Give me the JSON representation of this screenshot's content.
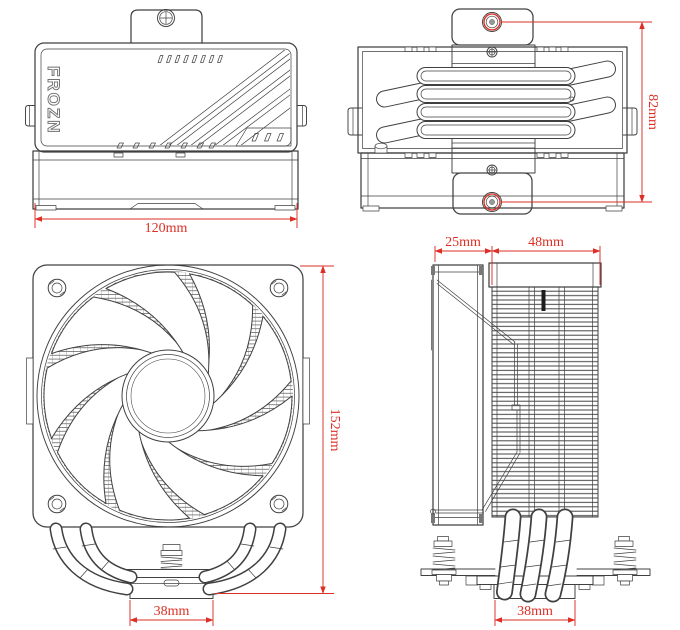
{
  "page": {
    "background_color": "#ffffff"
  },
  "drawing": {
    "brand_label": "FROZN",
    "line_color": "#404040",
    "dimension_color": "#dd2f26",
    "views": {
      "top": {
        "dim_width": "120mm"
      },
      "heatpipe_top": {
        "dim_depth": "82mm"
      },
      "front": {
        "dim_height": "152mm",
        "dim_base_width": "38mm"
      },
      "side": {
        "dim_fan_thickness": "25mm",
        "dim_fin_depth": "48mm",
        "dim_base_width": "38mm"
      }
    }
  }
}
